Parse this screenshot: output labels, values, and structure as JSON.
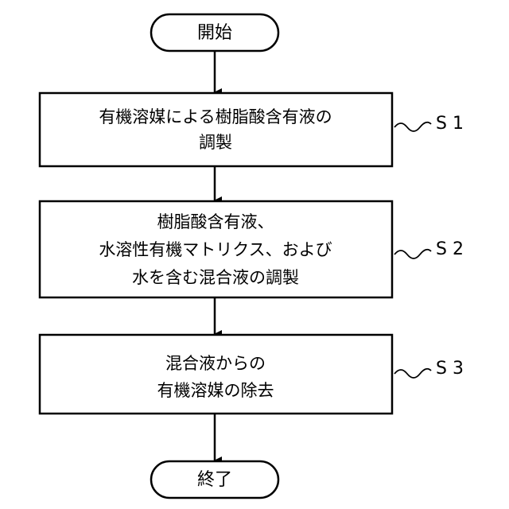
{
  "diagram": {
    "start": {
      "label": "開始"
    },
    "steps": [
      {
        "id": "S 1",
        "lines": [
          "有機溶媒による樹脂酸含有液の",
          "調製"
        ]
      },
      {
        "id": "S 2",
        "lines": [
          "樹脂酸含有液、",
          "水溶性有機マトリクス、および",
          "水を含む混合液の調製"
        ]
      },
      {
        "id": "S 3",
        "lines": [
          "混合液からの",
          "有機溶媒の除去"
        ]
      }
    ],
    "end": {
      "label": "終了"
    }
  }
}
